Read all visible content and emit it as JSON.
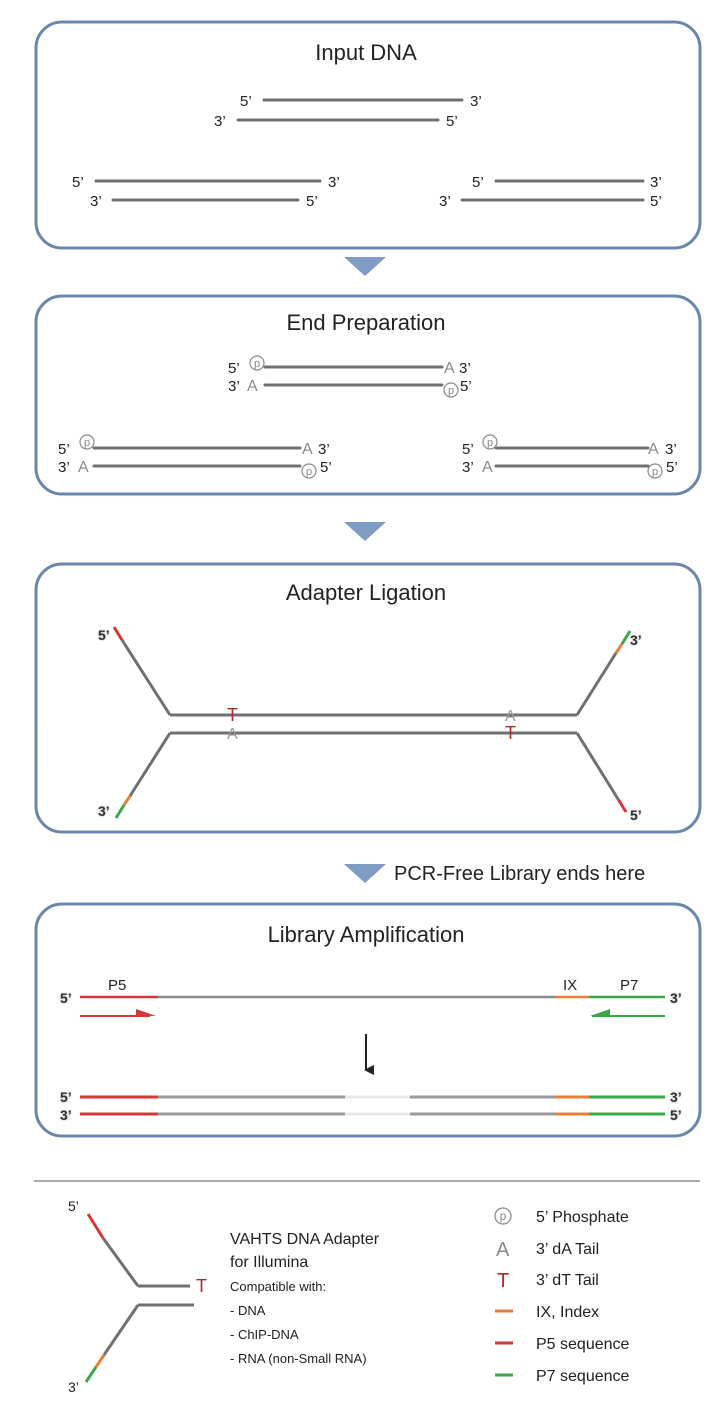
{
  "panels": {
    "input": {
      "title": "Input DNA"
    },
    "endprep": {
      "title": "End Preparation"
    },
    "ligation": {
      "title": "Adapter Ligation"
    },
    "amplification": {
      "title": "Library Amplification"
    }
  },
  "labels": {
    "five": "5’",
    "three": "3’",
    "A": "A",
    "T": "T",
    "P5": "P5",
    "P7": "P7",
    "IX": "IX",
    "phos": "p"
  },
  "pcr_free_note": "PCR-Free Library ends here",
  "legend": {
    "adapter_title_line1": "VAHTS DNA Adapter",
    "adapter_title_line2": "for Illumina",
    "compatible": "Compatible with:",
    "uses": [
      "- DNA",
      "- ChIP-DNA",
      "- RNA (non-Small RNA)"
    ],
    "items": [
      {
        "symbol": "p",
        "text": "5’ Phosphate"
      },
      {
        "symbol": "A",
        "text": "3’ dA Tail"
      },
      {
        "symbol": "T",
        "text": "3’ dT Tail"
      },
      {
        "symbol": "line",
        "text": "IX, Index"
      },
      {
        "symbol": "line",
        "text": "P5 sequence"
      },
      {
        "symbol": "line",
        "text": "P7 sequence"
      }
    ]
  },
  "colors": {
    "box_border": "#6a86ab",
    "arrow": "#7f9cc4",
    "dna_strand": "#707070",
    "tail_gray": "#8a8a8a",
    "dT_red": "#b02a2a",
    "index_orange": "#e8803a",
    "p5_red": "#d23a3a",
    "p7_green": "#3aa84a"
  }
}
